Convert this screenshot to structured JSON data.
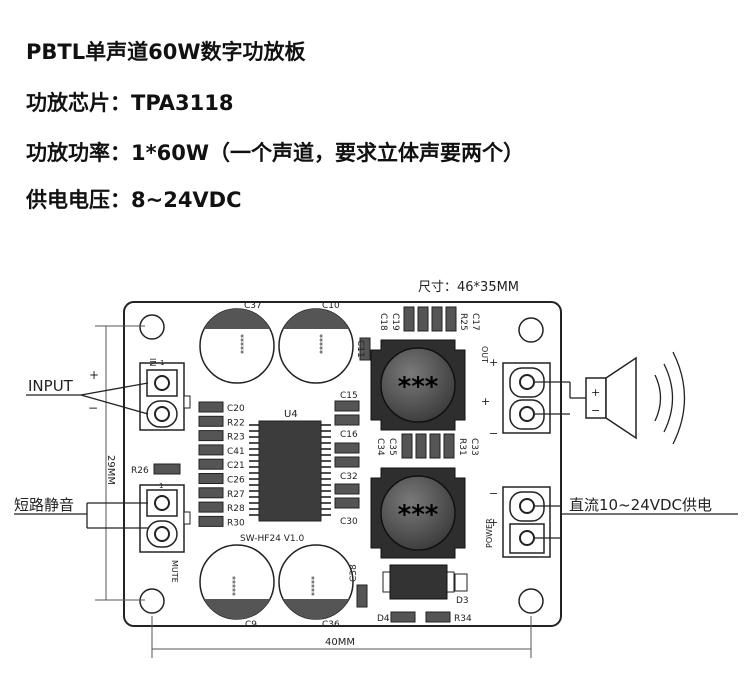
{
  "specs": [
    {
      "label": "PBTL单声道60W数字功放板",
      "value": ""
    },
    {
      "label": "功放芯片：",
      "value": "TPA3118"
    },
    {
      "label": "功放功率：",
      "value": "1*60W（一个声道，要求立体声要两个）"
    },
    {
      "label": "供电电压：",
      "value": "8~24VDC"
    }
  ],
  "diagram": {
    "size_label": "尺寸：46*35MM",
    "height_dim": "29MM",
    "width_dim": "40MM",
    "input_label": "INPUT",
    "mute_label": "短路静音",
    "power_label": "直流10~24VDC供电",
    "board_name": "SW-HF24 V1.0",
    "chip_label": "U4",
    "inductor_mark": "***",
    "cap_mark": "*****",
    "plus": "+",
    "minus": "−",
    "silk": {
      "in": "IN",
      "mute": "MUTE",
      "out": "OUT",
      "power": "POWER",
      "one": "1"
    },
    "parts": {
      "c37": "C37",
      "c10": "C10",
      "c9": "C9",
      "c36": "C36",
      "c11": "C11",
      "c18": "C18",
      "c19": "C19",
      "r25": "R25",
      "c17": "C17",
      "c15": "C15",
      "c16": "C16",
      "c32": "C32",
      "c30": "C30",
      "c34": "C34",
      "c35": "C35",
      "r31": "R31",
      "c33": "C33",
      "c38": "C38",
      "d3": "D3",
      "d4": "D4",
      "r34": "R34",
      "r26": "R26",
      "left_stack": [
        "C20",
        "R22",
        "R23",
        "C41",
        "C21",
        "C26",
        "R27",
        "R28",
        "R30"
      ]
    }
  }
}
